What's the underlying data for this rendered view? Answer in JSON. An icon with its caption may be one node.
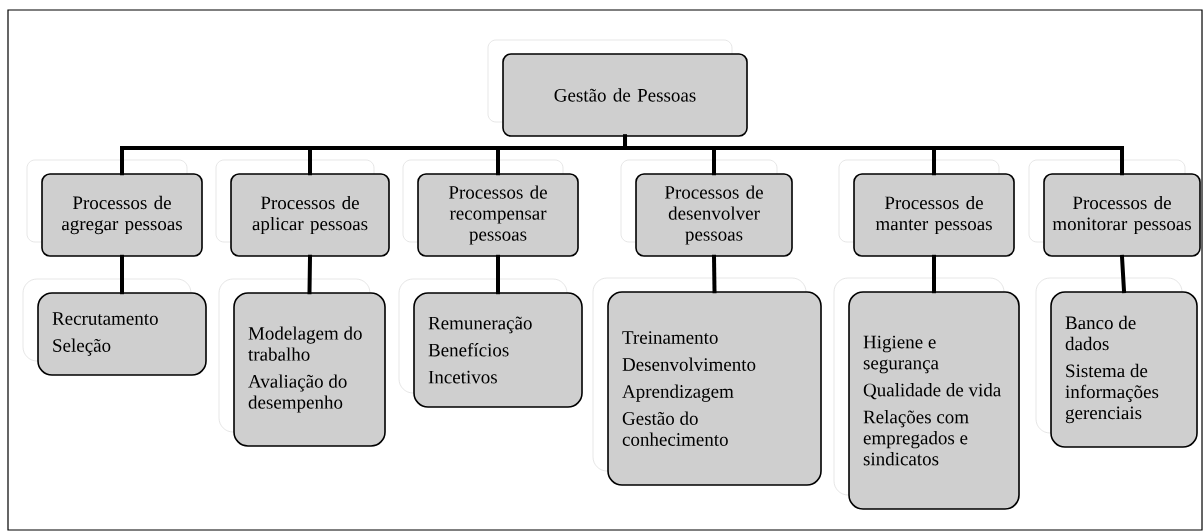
{
  "diagram": {
    "nodes": [
      {
        "text": [
          "Gestão de Pessoas"
        ]
      },
      {
        "text": [
          "Processos de agregar pessoas"
        ]
      },
      {
        "text": [
          "Processos de aplicar pessoas"
        ]
      },
      {
        "text": [
          "Processos de recompensar pessoas"
        ]
      },
      {
        "text": [
          "Processos de desenvolver pessoas"
        ]
      },
      {
        "text": [
          "Processos de manter pessoas"
        ]
      },
      {
        "text": [
          "Processos de monitorar pessoas"
        ]
      },
      {
        "text": [
          "Recrutamento",
          "Seleção"
        ]
      },
      {
        "text": [
          "Modelagem do trabalho",
          "Avaliação do desempenho"
        ]
      },
      {
        "text": [
          "Remuneração",
          "Benefícios",
          "Incetivos"
        ]
      },
      {
        "text": [
          "Treinamento",
          "Desenvolvimento",
          "Aprendizagem",
          "Gestão do conhecimento"
        ]
      },
      {
        "text": [
          "Higiene e segurança",
          "Qualidade de vida",
          "Relações com empregados e sindicatos"
        ]
      },
      {
        "text": [
          "Banco de dados",
          "Sistema de informações gerenciais"
        ]
      }
    ],
    "edges": [
      {
        "from": 0,
        "to": 1,
        "arrow": "none"
      },
      {
        "from": 0,
        "to": 2,
        "arrow": "none"
      },
      {
        "from": 0,
        "to": 3,
        "arrow": "none"
      },
      {
        "from": 0,
        "to": 4,
        "arrow": "none"
      },
      {
        "from": 0,
        "to": 5,
        "arrow": "none"
      },
      {
        "from": 0,
        "to": 6,
        "arrow": "none"
      },
      {
        "from": 1,
        "to": 7,
        "arrow": "none"
      },
      {
        "from": 2,
        "to": 8,
        "arrow": "none"
      },
      {
        "from": 3,
        "to": 9,
        "arrow": "none"
      },
      {
        "from": 4,
        "to": 10,
        "arrow": "none"
      },
      {
        "from": 5,
        "to": 11,
        "arrow": "none"
      },
      {
        "from": 6,
        "to": 12,
        "arrow": "none"
      }
    ]
  }
}
